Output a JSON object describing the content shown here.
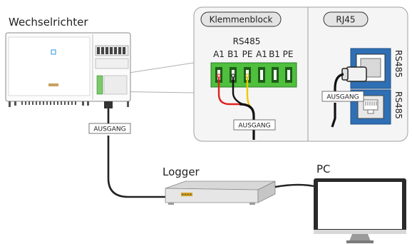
{
  "labels": {
    "inverter": "Wechselrichter",
    "logger": "Logger",
    "pc": "PC",
    "terminal_block": "Klemmenblock",
    "rj45": "RJ45",
    "rs485_group": "RS485",
    "pins": [
      "A1",
      "B1",
      "PE",
      "A1",
      "B1",
      "PE"
    ],
    "port_top": "RS485",
    "port_bottom": "RS485",
    "output_tag": "AUSGANG"
  },
  "colors": {
    "terminal_green": "#4fbf3e",
    "terminal_dark": "#2e7d26",
    "rj45_blue": "#2f6fb4",
    "wire_red": "#e02020",
    "wire_yellow": "#f0c800",
    "cable_black": "#222222",
    "panel_border": "#a0a0a0"
  }
}
